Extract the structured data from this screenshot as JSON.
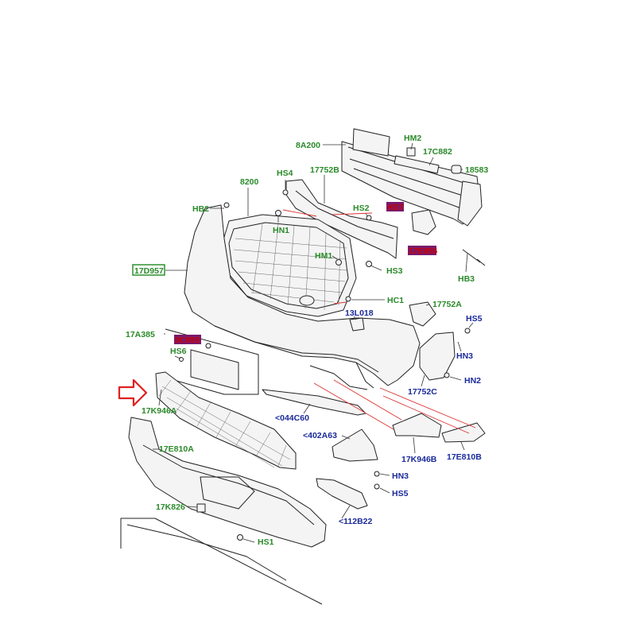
{
  "diagram": {
    "callouts": {
      "c8A200": "8A200",
      "cHM2": "HM2",
      "c17C882": "17C882",
      "c18583": "18583",
      "cHS4": "HS4",
      "c17752B": "17752B",
      "c8200": "8200",
      "cHB2": "HB2",
      "cHS2": "HS2",
      "cHS7": "HS7",
      "cHN1": "HN1",
      "c17E856": "17E856",
      "cHM1": "HM1",
      "cHS3": "HS3",
      "cHB3": "HB3",
      "c17D957": "17D957",
      "cHC1": "HC1",
      "c17752A": "17752A",
      "c13L018": "13L018",
      "cHS5a": "HS5",
      "c17A385": "17A385",
      "c9C058": "9C058",
      "cHS6": "HS6",
      "cHN3a": "HN3",
      "cHN2": "HN2",
      "c17752C": "17752C",
      "c17K946A": "17K946A",
      "c044C60": "<044C60",
      "c402A63": "<402A63",
      "c17K946B": "17K946B",
      "c17E810B": "17E810B",
      "c17E810A": "17E810A",
      "cHN3b": "HN3",
      "cHS5b": "HS5",
      "c17K826": "17K826",
      "c112B22": "<112B22",
      "cHS1": "HS1"
    },
    "colors": {
      "green_label": "#2a8a2a",
      "blue_label": "#1a2a9a",
      "highlight_bg": "#7a1a6a",
      "highlight_text": "#cc0000",
      "pointer_arrow": "#e02020"
    }
  }
}
